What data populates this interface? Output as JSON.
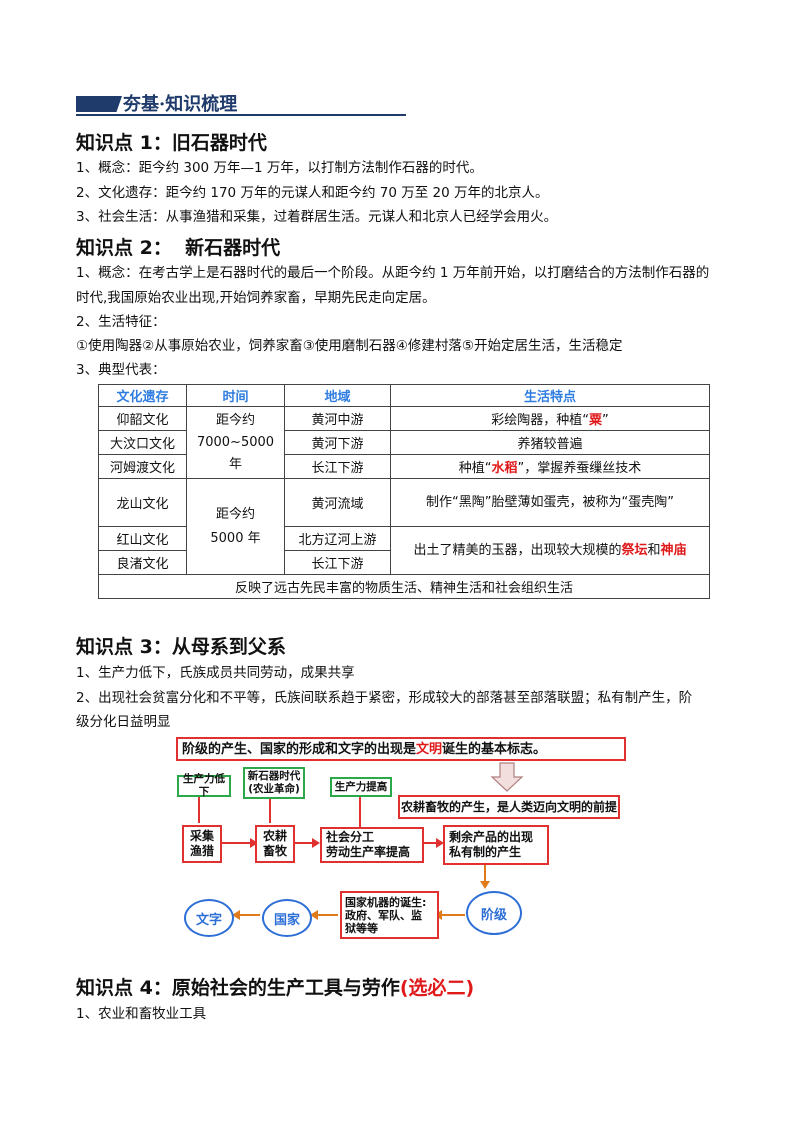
{
  "banner": {
    "title": "夯基·知识梳理"
  },
  "sections": {
    "s1": {
      "title": "知识点 1：旧石器时代",
      "items": [
        "1、概念：距今约 300 万年—1 万年，以打制方法制作石器的时代。",
        "2、文化遗存：距今约 170 万年的元谋人和距今约 70 万至 20 万年的北京人。",
        "3、社会生活：从事渔猎和采集，过着群居生活。元谋人和北京人已经学会用火。"
      ]
    },
    "s2": {
      "title": "知识点 2：  新石器时代",
      "item1a": "1、概念：在考古学上是石器时代的最后一个阶段。从距今约 1 万年前开始，以打磨结合的方法制作石器的",
      "item1b": "时代,我国原始农业出现,开始饲养家畜，早期先民走向定居。",
      "item2": "2、生活特征：",
      "item2b": "①使用陶器②从事原始农业，饲养家畜③使用磨制石器④修建村落⑤开始定居生活，生活稳定",
      "item3": "3、典型代表：",
      "table": {
        "headers": [
          "文化遗存",
          "时间",
          "地域",
          "生活特点"
        ],
        "rows": [
          {
            "culture": "仰韶文化",
            "region": "黄河中游",
            "feature_pre": "彩绘陶器，种植“",
            "feature_red": "粟",
            "feature_post": "”"
          },
          {
            "culture": "大汶口文化",
            "region": "黄河下游",
            "feature_pre": "养猪较普遍",
            "feature_red": "",
            "feature_post": ""
          },
          {
            "culture": "河姆渡文化",
            "region": "长江下游",
            "feature_pre": "种植“",
            "feature_red": "水稻",
            "feature_post": "”，掌握养蚕缫丝技术"
          },
          {
            "culture": "龙山文化",
            "region": "黄河流域",
            "feature_pre": "制作“黑陶”胎壁薄如蛋壳，被称为“蛋壳陶”",
            "feature_red": "",
            "feature_post": ""
          },
          {
            "culture": "红山文化",
            "region": "北方辽河上游",
            "feature_pre": "出土了精美的玉器，出现较大规模的",
            "feature_red": "祭坛",
            "feature_mid": "和",
            "feature_red2": "神庙"
          },
          {
            "culture": "良渚文化",
            "region": "长江下游"
          }
        ],
        "time1": "距今约 7000~5000 年",
        "time2": "距今约 5000 年",
        "footer": "反映了远古先民丰富的物质生活、精神生活和社会组织生活"
      }
    },
    "s3": {
      "title": "知识点 3：从母系到父系",
      "item1": "1、生产力低下，氏族成员共同劳动，成果共享",
      "item2a": "2、出现社会贫富分化和不平等，氏族间联系趋于紧密，形成较大的部落甚至部落联盟；私有制产生，阶",
      "item2b": "级分化日益明显"
    },
    "diagram": {
      "top_pre": "阶级的产生、国家的形成和文字的出现是",
      "top_red": "文明",
      "top_post": "诞生的基本标志。",
      "low_productivity": "生产力低下",
      "neolithic": "新石器时代\n(农业革命)",
      "productivity_up": "生产力提高",
      "farming_statement": "农耕畜牧的产生，是人类迈向文明的前提",
      "gather": "采集\n渔猎",
      "farming": "农耕\n畜牧",
      "division": "社会分工\n劳动生产率提高",
      "surplus": "剩余产品的出现\n私有制的产生",
      "class": "阶级",
      "state_machine": "国家机器的诞生:\n政府、军队、监\n狱等等",
      "state": "国家",
      "writing": "文字"
    },
    "s4": {
      "title_pre": "知识点 4：原始社会的生产工具与劳作",
      "title_red": "(选必二)",
      "item1": "1、农业和畜牧业工具"
    }
  },
  "colors": {
    "navy": "#1f3b6b",
    "red": "#e0191a",
    "blue": "#2f7de0",
    "green": "#2aa84a",
    "orange": "#e07b1a"
  }
}
